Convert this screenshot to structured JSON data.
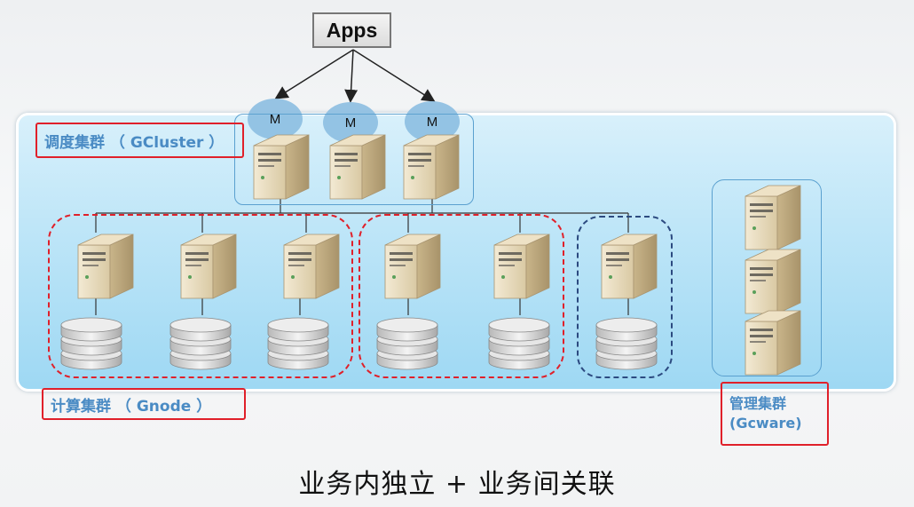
{
  "apps_label": "Apps",
  "manager_node_label": "M",
  "labels": {
    "gcluster": "调度集群 （ GCluster ）",
    "gnode": "计算集群 （ Gnode ）",
    "gcware_line1": "管理集群",
    "gcware_line2": "(Gcware)"
  },
  "caption": "业务内独立 + 业务间关联",
  "colors": {
    "label_text": "#4a8bc4",
    "red_outline": "#e0202a",
    "navy_dash": "#2c4a80",
    "panel_blue": "#bfe6f8"
  }
}
